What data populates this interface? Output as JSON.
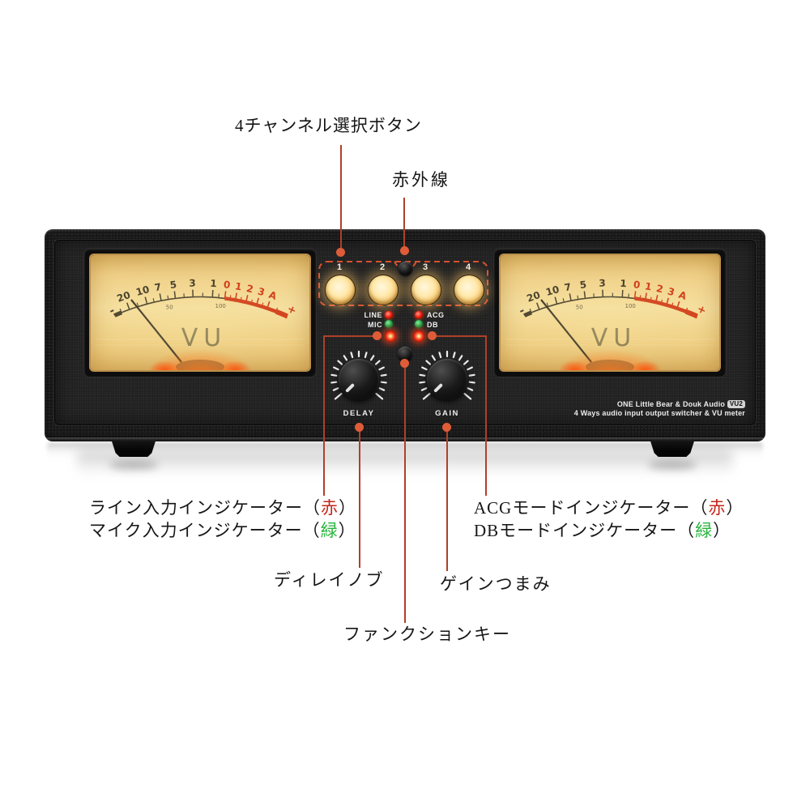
{
  "annotations": {
    "channel_buttons_label": "4チャンネル選択ボタン",
    "infrared_label": "赤外線",
    "line_indicator": {
      "prefix": "ライン入力インジケーター（",
      "value": "赤",
      "suffix": "）"
    },
    "mic_indicator": {
      "prefix": "マイク入力インジケーター（",
      "value": "緑",
      "suffix": "）"
    },
    "acg_indicator": {
      "prefix": "ACGモードインジケーター（",
      "value": "赤",
      "suffix": "）"
    },
    "db_indicator": {
      "prefix": "DBモードインジケーター（",
      "value": "緑",
      "suffix": "）"
    },
    "delay_knob_label": "ディレイノブ",
    "gain_knob_label": "ゲインつまみ",
    "function_key_label": "ファンクションキー"
  },
  "device": {
    "channel_buttons": [
      "1",
      "2",
      "3",
      "4"
    ],
    "indicator_labels": {
      "line": "LINE",
      "mic": "MIC",
      "acg": "ACG",
      "db": "DB"
    },
    "knob_labels": {
      "delay": "DELAY",
      "gain": "GAIN"
    },
    "branding": {
      "line1": "ONE Little Bear & Douk Audio",
      "badge": "VU2",
      "line2": "4 Ways audio input output switcher & VU meter"
    },
    "vu_meter": {
      "title": "VU",
      "scale_black": [
        "20",
        "10",
        "7",
        "5",
        "3",
        "1"
      ],
      "scale_red": [
        "0",
        "1",
        "2",
        "3",
        "A"
      ],
      "minus_sign": "-",
      "plus_sign": "+",
      "sub_scale": [
        "50",
        "100"
      ]
    }
  },
  "colors": {
    "annotation_line": "#b04028",
    "annotation_dot": "#df5c38",
    "dashed_box": "#d8512f",
    "scale_black": "#2b2416",
    "scale_red": "#c92000",
    "red_text": "#c3271a",
    "green_text": "#27b43c"
  }
}
